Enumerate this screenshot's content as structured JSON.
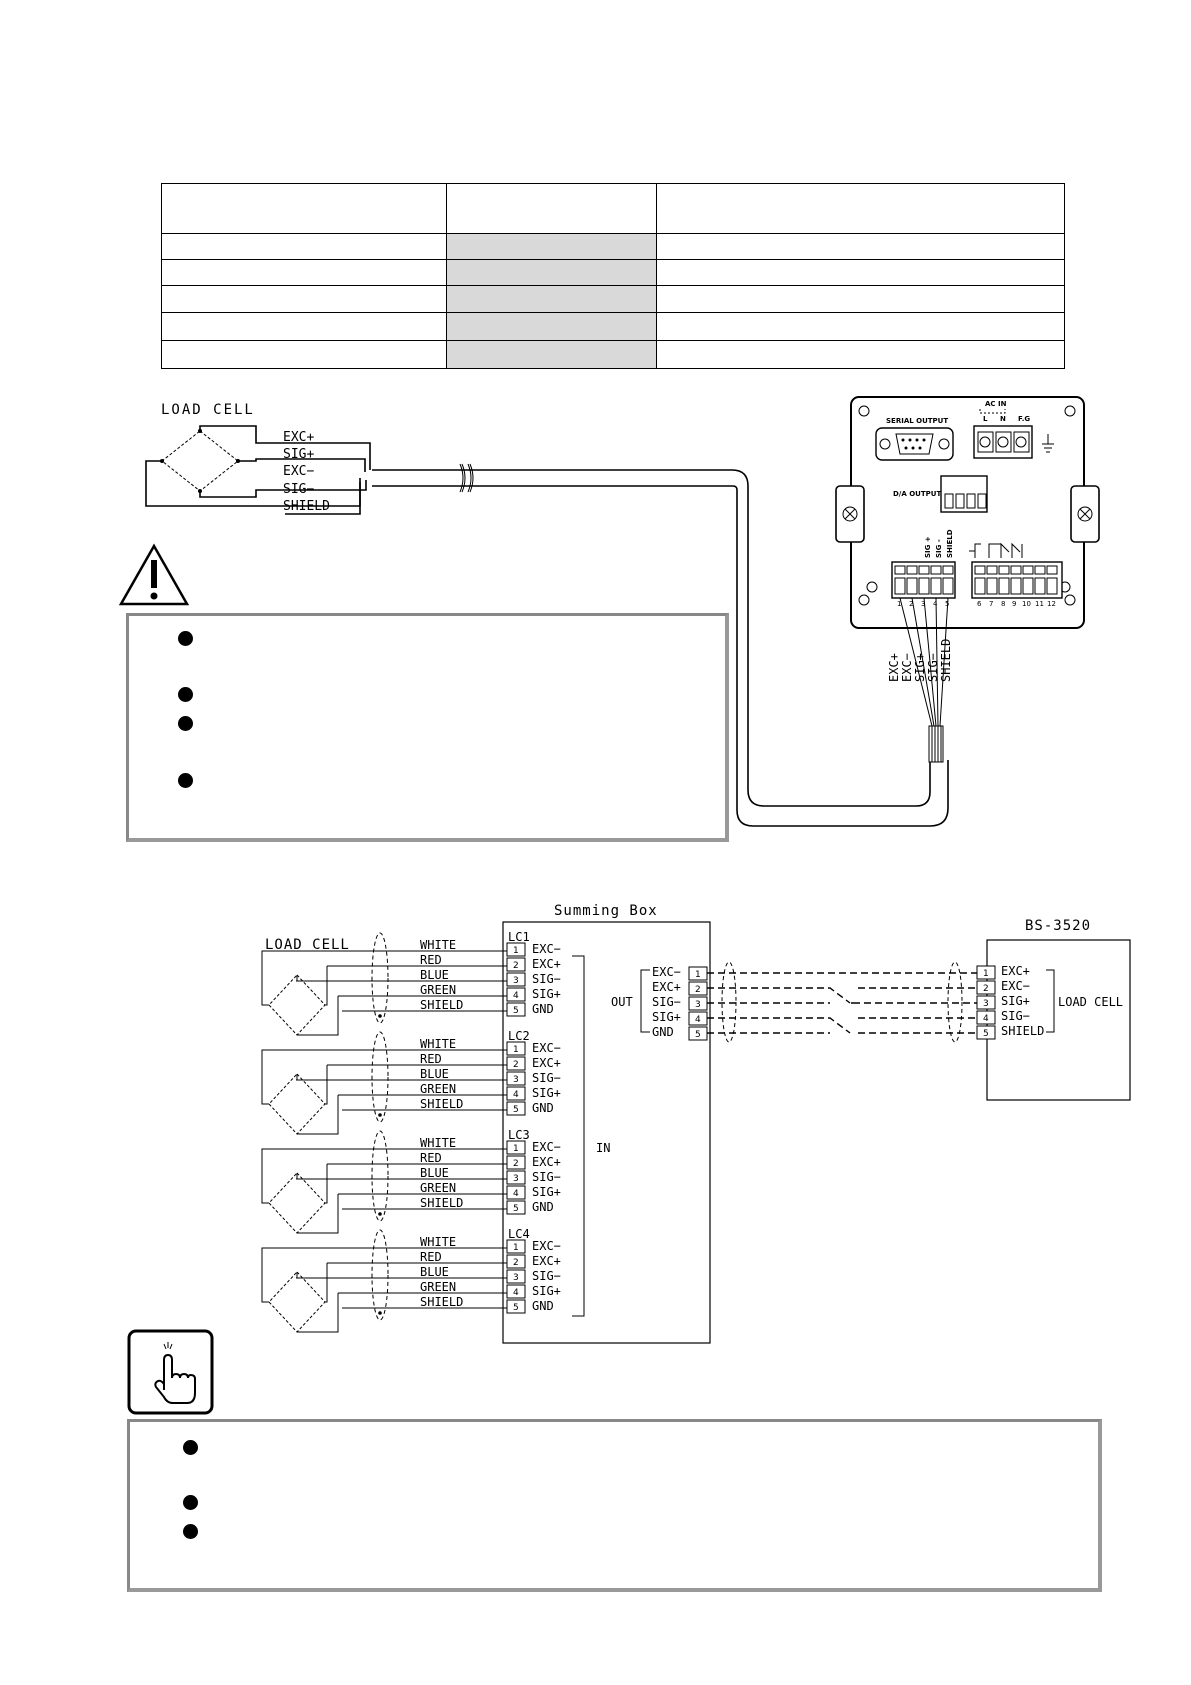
{
  "load_cell_label": "LOAD CELL",
  "top_wiring": {
    "signals": [
      "EXC+",
      "SIG+",
      "EXC−",
      "SIG−",
      "SHIELD"
    ]
  },
  "panel": {
    "serial_output": "SERIAL OUTPUT",
    "ac_in": "AC IN",
    "ac_terms": [
      "L",
      "N",
      "F.G"
    ],
    "da_output": "D/A OUTPUT",
    "input_terms": [
      "SIG +",
      "SIG -",
      "SHIELD"
    ],
    "pins_left": [
      "1",
      "2",
      "3",
      "4",
      "5"
    ],
    "pins_right": [
      "6",
      "7",
      "8",
      "9",
      "10",
      "11",
      "12"
    ],
    "cable_labels": [
      "EXC+",
      "EXC−",
      "SIG+",
      "SIG−",
      "SHIELD"
    ]
  },
  "summing": {
    "box_title": "Summing Box",
    "load_cell_label": "LOAD CELL",
    "wire_colors": [
      "WHITE",
      "RED",
      "BLUE",
      "GREEN",
      "SHIELD"
    ],
    "channels": [
      "LC1",
      "LC2",
      "LC3",
      "LC4"
    ],
    "terminal_pins": [
      "1",
      "2",
      "3",
      "4",
      "5"
    ],
    "terminal_signals": [
      "EXC−",
      "EXC+",
      "SIG−",
      "SIG+",
      "GND"
    ],
    "in_label": "IN",
    "out_label": "OUT",
    "out_signals": [
      "EXC−",
      "EXC+",
      "SIG−",
      "SIG+",
      "GND"
    ],
    "device_title": "BS-3520",
    "device_signals": [
      "EXC+",
      "EXC−",
      "SIG+",
      "SIG−",
      "SHIELD"
    ],
    "device_load_cell": "LOAD CELL"
  }
}
